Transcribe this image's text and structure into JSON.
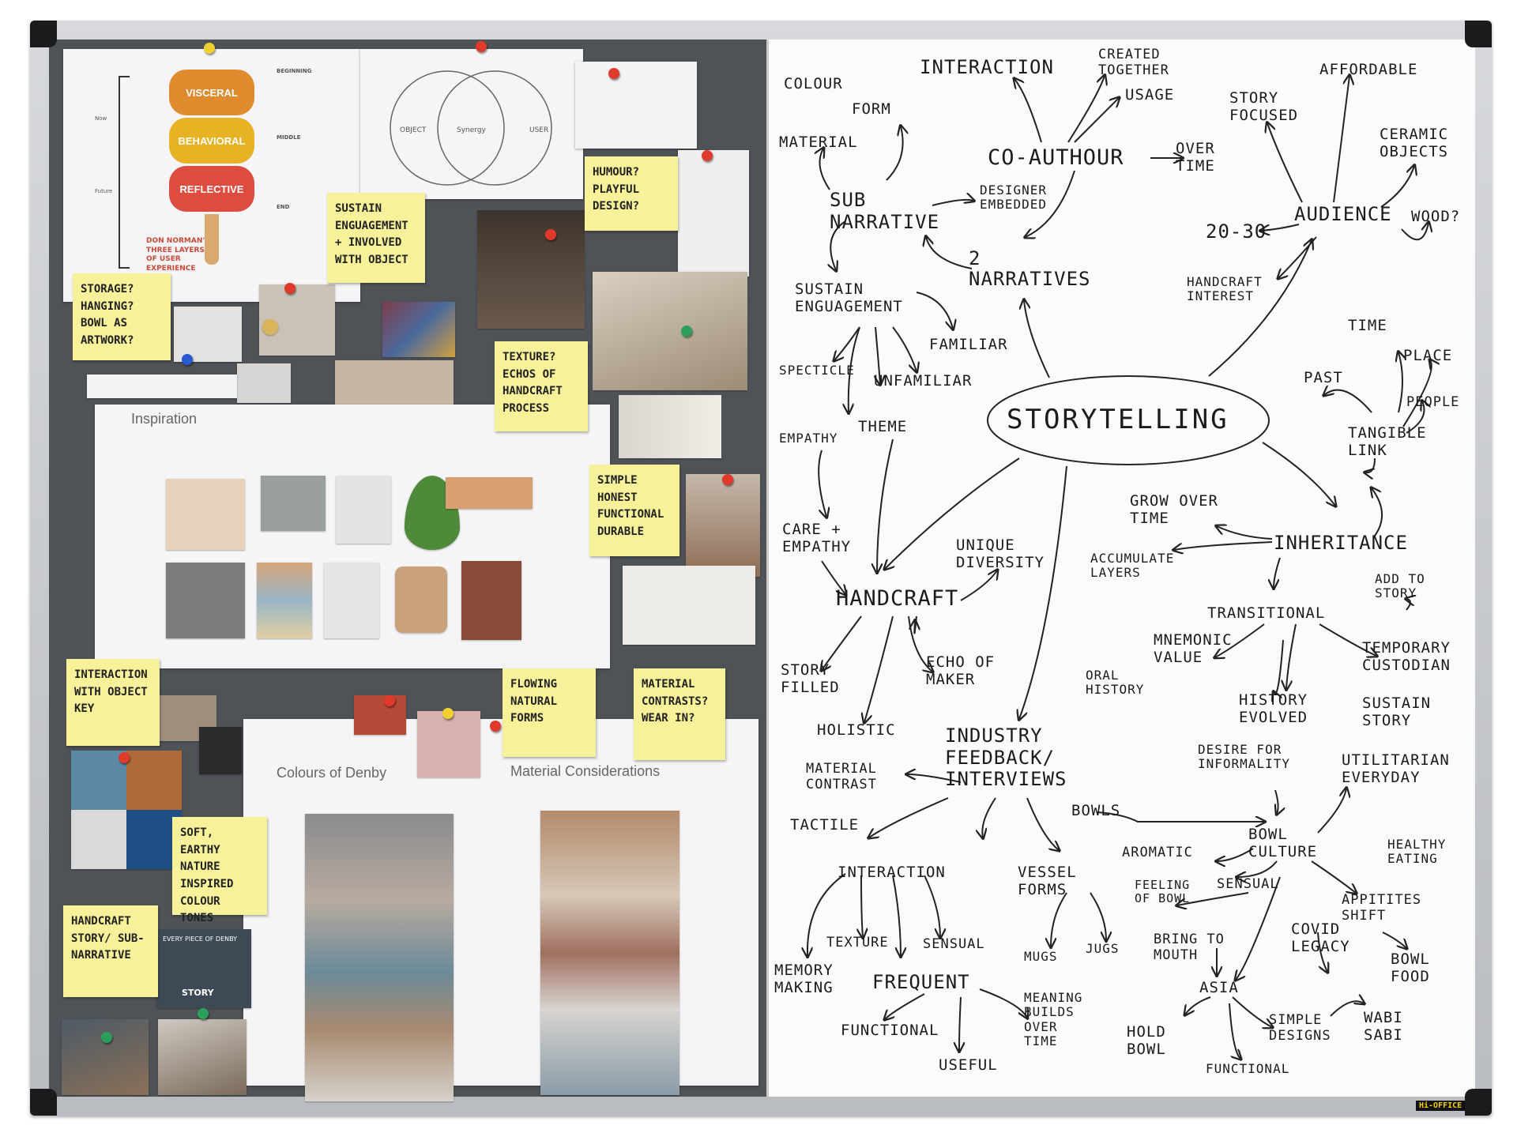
{
  "board": {
    "brand": "Hi-OFFICE"
  },
  "norman": {
    "layers": [
      "VISCERAL",
      "BEHAVIORAL",
      "REFLECTIVE"
    ],
    "stage_labels": [
      "BEGINNING",
      "MIDDLE",
      "END"
    ],
    "axis_labels": [
      "Now",
      "Future"
    ],
    "caption": "DON NORMAN'S THREE LAYERS OF USER EXPERIENCE",
    "colors": {
      "visceral": "#e08a2e",
      "behavioral": "#e7b325",
      "reflective": "#de4b3f",
      "caption": "#c84a3a"
    }
  },
  "venn": {
    "left": "OBJECT",
    "center": "Synergy",
    "right": "USER"
  },
  "sections": {
    "inspiration": "Inspiration",
    "colours": "Colours of Denby",
    "materials": "Material Considerations",
    "denby_card_1": "EVERY PIECE OF DENBY",
    "denby_card_2": "STORY"
  },
  "stickies": {
    "sustain": "SUSTAIN ENGUAGEMENT + INVOLVED WITH OBJECT",
    "humour": "HUMOUR? PLAYFUL DESIGN?",
    "storage": "STORAGE? HANGING? BOWL AS ARTWORK?",
    "texture": "TEXTURE? ECHOS OF HANDCRAFT PROCESS",
    "simple": "SIMPLE HONEST FUNCTIONAL DURABLE",
    "interaction": "INTERACTION WITH OBJECT KEY",
    "flowing": "FLOWING NATURAL FORMS",
    "material": "MATERIAL CONTRASTS? WEAR IN?",
    "soft": "SOFT, EARTHY NATURE INSPIRED COLOUR TONES",
    "handcraft": "HANDCRAFT STORY/ SUB-NARRATIVE"
  },
  "mindmap": {
    "center": "STORYTELLING",
    "nodes": {
      "colour": "COLOUR",
      "form": "FORM",
      "material": "MATERIAL",
      "interaction_top": "INTERACTION",
      "created_together": "CREATED TOGETHER",
      "usage": "USAGE",
      "co_author": "CO-AUTHOUR",
      "over_time": "OVER TIME",
      "sub_narrative": "SUB NARRATIVE",
      "designer_embedded": "DESIGNER EMBEDDED",
      "two_narratives": "2 NARRATIVES",
      "affordable": "AFFORDABLE",
      "story_focused": "STORY FOCUSED",
      "ceramic_objects": "CERAMIC OBJECTS",
      "audience": "AUDIENCE",
      "twenty_thirty": "20-30",
      "wood": "WOOD?",
      "handcraft_interest": "HANDCRAFT INTEREST",
      "sustain_engagement": "SUSTAIN ENGUAGEMENT",
      "familiar": "FAMILIAR",
      "spectacle": "SPECTICLE",
      "unfamiliar": "UNFAMILIAR",
      "empathy": "EMPATHY",
      "theme": "THEME",
      "care_empathy": "CARE + EMPATHY",
      "handcraft": "HANDCRAFT",
      "unique_diversity": "UNIQUE DIVERSITY",
      "echo_of_maker": "ECHO OF MAKER",
      "story_filled": "STORY FILLED",
      "holistic": "HOLISTIC",
      "time": "TIME",
      "place": "PLACE",
      "past": "PAST",
      "people": "PEOPLE",
      "tangible_link": "TANGIBLE LINK",
      "grow_over_time": "GROW OVER TIME",
      "inheritance": "INHERITANCE",
      "accumulate_layers": "ACCUMULATE LAYERS",
      "transitional": "TRANSITIONAL",
      "add_to_story": "ADD TO STORY",
      "mnemonic_value": "MNEMONIC VALUE",
      "temporary_custodian": "TEMPORARY CUSTODIAN",
      "oral_history": "ORAL HISTORY",
      "history_evolved": "HISTORY EVOLVED",
      "sustain_story": "SUSTAIN STORY",
      "industry": "INDUSTRY FEEDBACK/ INTERVIEWS",
      "material_contrast": "MATERIAL CONTRAST",
      "desire_informality": "DESIRE FOR INFORMALITY",
      "utilitarian": "UTILITARIAN EVERYDAY",
      "tactile": "TACTILE",
      "bowls": "BOWLS",
      "bowl_culture": "BOWL CULTURE",
      "healthy_eating": "HEALTHY EATING",
      "interaction": "INTERACTION",
      "vessel_forms": "VESSEL FORMS",
      "aromatic": "AROMATIC",
      "sensual_right": "SENSUAL",
      "feeling_of_bowl": "FEELING OF BOWL",
      "appetites_shift": "APPITITES SHIFT",
      "texture": "TEXTURE",
      "sensual": "SENSUAL",
      "mugs": "MUGS",
      "jugs": "JUGS",
      "bring_to_mouth": "BRING TO MOUTH",
      "covid_legacy": "COVID LEGACY",
      "bowl_food": "BOWL FOOD",
      "memory_making": "MEMORY MAKING",
      "frequent": "FREQUENT",
      "meaning": "MEANING BUILDS OVER TIME",
      "asia": "ASIA",
      "simple_designs": "SIMPLE DESIGNS",
      "wabi_sabi": "WABI SABI",
      "functional": "FUNCTIONAL",
      "useful": "USEFUL",
      "hold_bowl": "HOLD BOWL",
      "functional_right": "FUNCTIONAL"
    }
  }
}
